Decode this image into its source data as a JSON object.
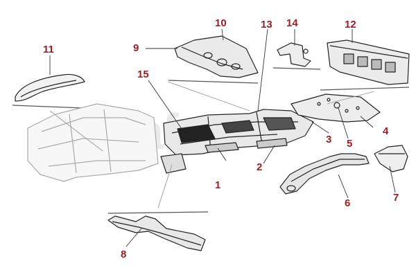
{
  "watermark": "eyaf",
  "callout_color": "#9e1c24",
  "parts": [
    {
      "label": "1"
    },
    {
      "label": "2"
    },
    {
      "label": "3"
    },
    {
      "label": "4"
    },
    {
      "label": "5"
    },
    {
      "label": "6"
    },
    {
      "label": "7"
    },
    {
      "label": "8"
    },
    {
      "label": "9"
    },
    {
      "label": "10"
    },
    {
      "label": "11"
    },
    {
      "label": "12"
    },
    {
      "label": "13"
    },
    {
      "label": "14"
    },
    {
      "label": "15"
    }
  ]
}
